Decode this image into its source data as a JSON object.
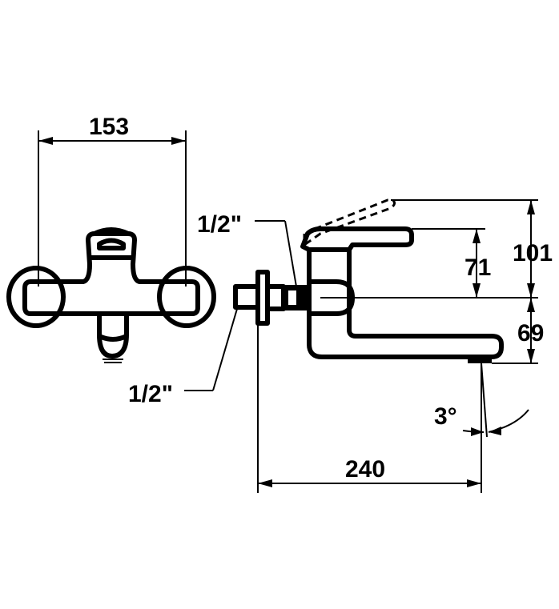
{
  "dimensions": {
    "width_front": "153",
    "inlet_top": "1/2\"",
    "inlet_bottom": "1/2\"",
    "lever_height": "71",
    "total_height": "101",
    "spout_height": "69",
    "angle": "3°",
    "spout_length": "240"
  },
  "colors": {
    "line": "#000000",
    "background": "#ffffff"
  }
}
